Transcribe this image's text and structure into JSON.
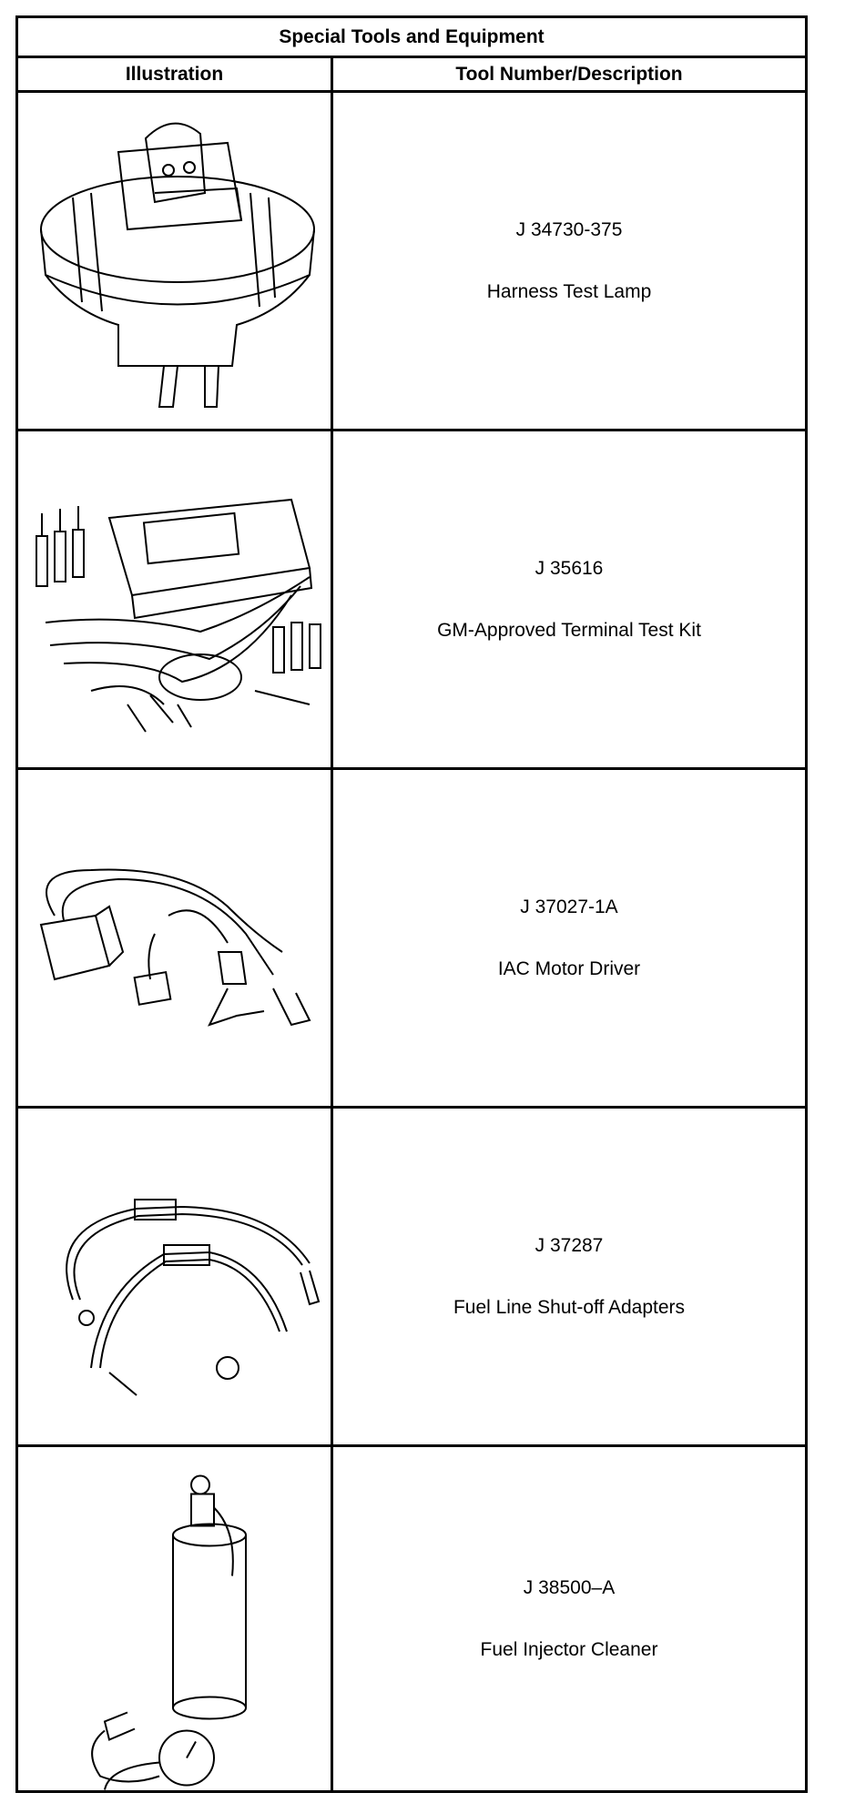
{
  "table": {
    "title": "Special Tools and Equipment",
    "col_illustration": "Illustration",
    "col_description": "Tool Number/Description"
  },
  "tools": [
    {
      "number": "J 34730-375",
      "description": "Harness Test Lamp",
      "icon": "harness-test-lamp-illustration"
    },
    {
      "number": "J 35616",
      "description": "GM-Approved Terminal Test Kit",
      "icon": "terminal-test-kit-illustration"
    },
    {
      "number": "J 37027-1A",
      "description": "IAC Motor Driver",
      "icon": "iac-motor-driver-illustration"
    },
    {
      "number": "J 37287",
      "description": "Fuel Line Shut-off Adapters",
      "icon": "fuel-line-adapters-illustration"
    },
    {
      "number": "J 38500–A",
      "description": "Fuel Injector Cleaner",
      "icon": "fuel-injector-cleaner-illustration"
    }
  ]
}
